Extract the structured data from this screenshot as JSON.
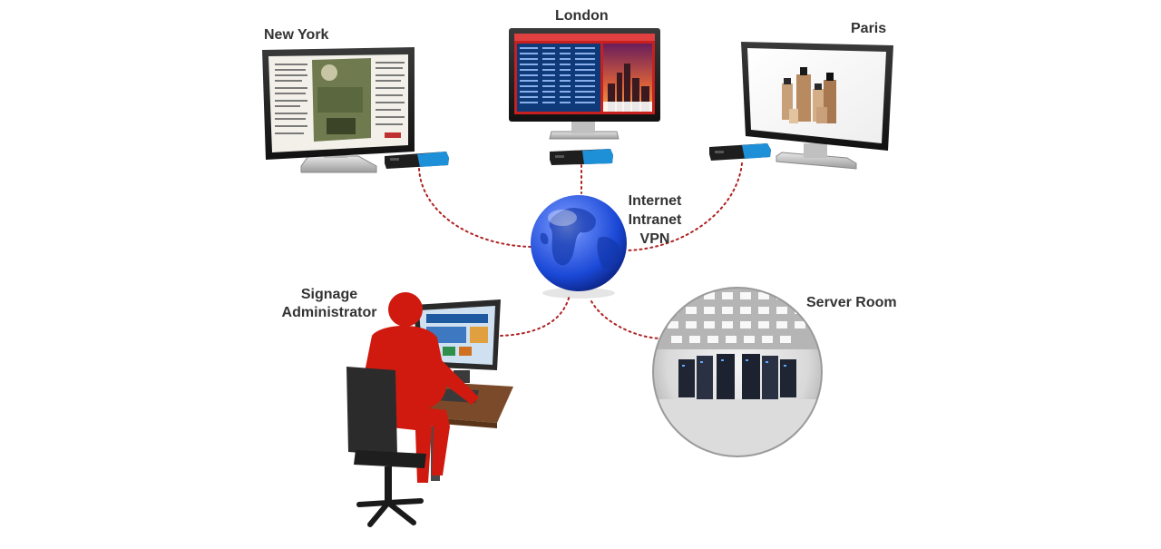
{
  "locations": {
    "new_york": "New York",
    "london": "London",
    "paris": "Paris"
  },
  "network": {
    "line1": "Internet",
    "line2": "Intranet",
    "line3": "VPN"
  },
  "admin": {
    "line1": "Signage",
    "line2": "Administrator"
  },
  "server_room": "Server Room",
  "colors": {
    "connector": "#b02222",
    "player_accent": "#1e90d8",
    "figure": "#d01a10",
    "globe": "#1a48d6",
    "london_header": "#c8201e",
    "london_table": "#0f3a7a"
  },
  "icons": {
    "globe": "globe-icon",
    "media_player": "media-player-icon",
    "server_racks": "server-rack-icon",
    "chair": "office-chair-icon"
  }
}
